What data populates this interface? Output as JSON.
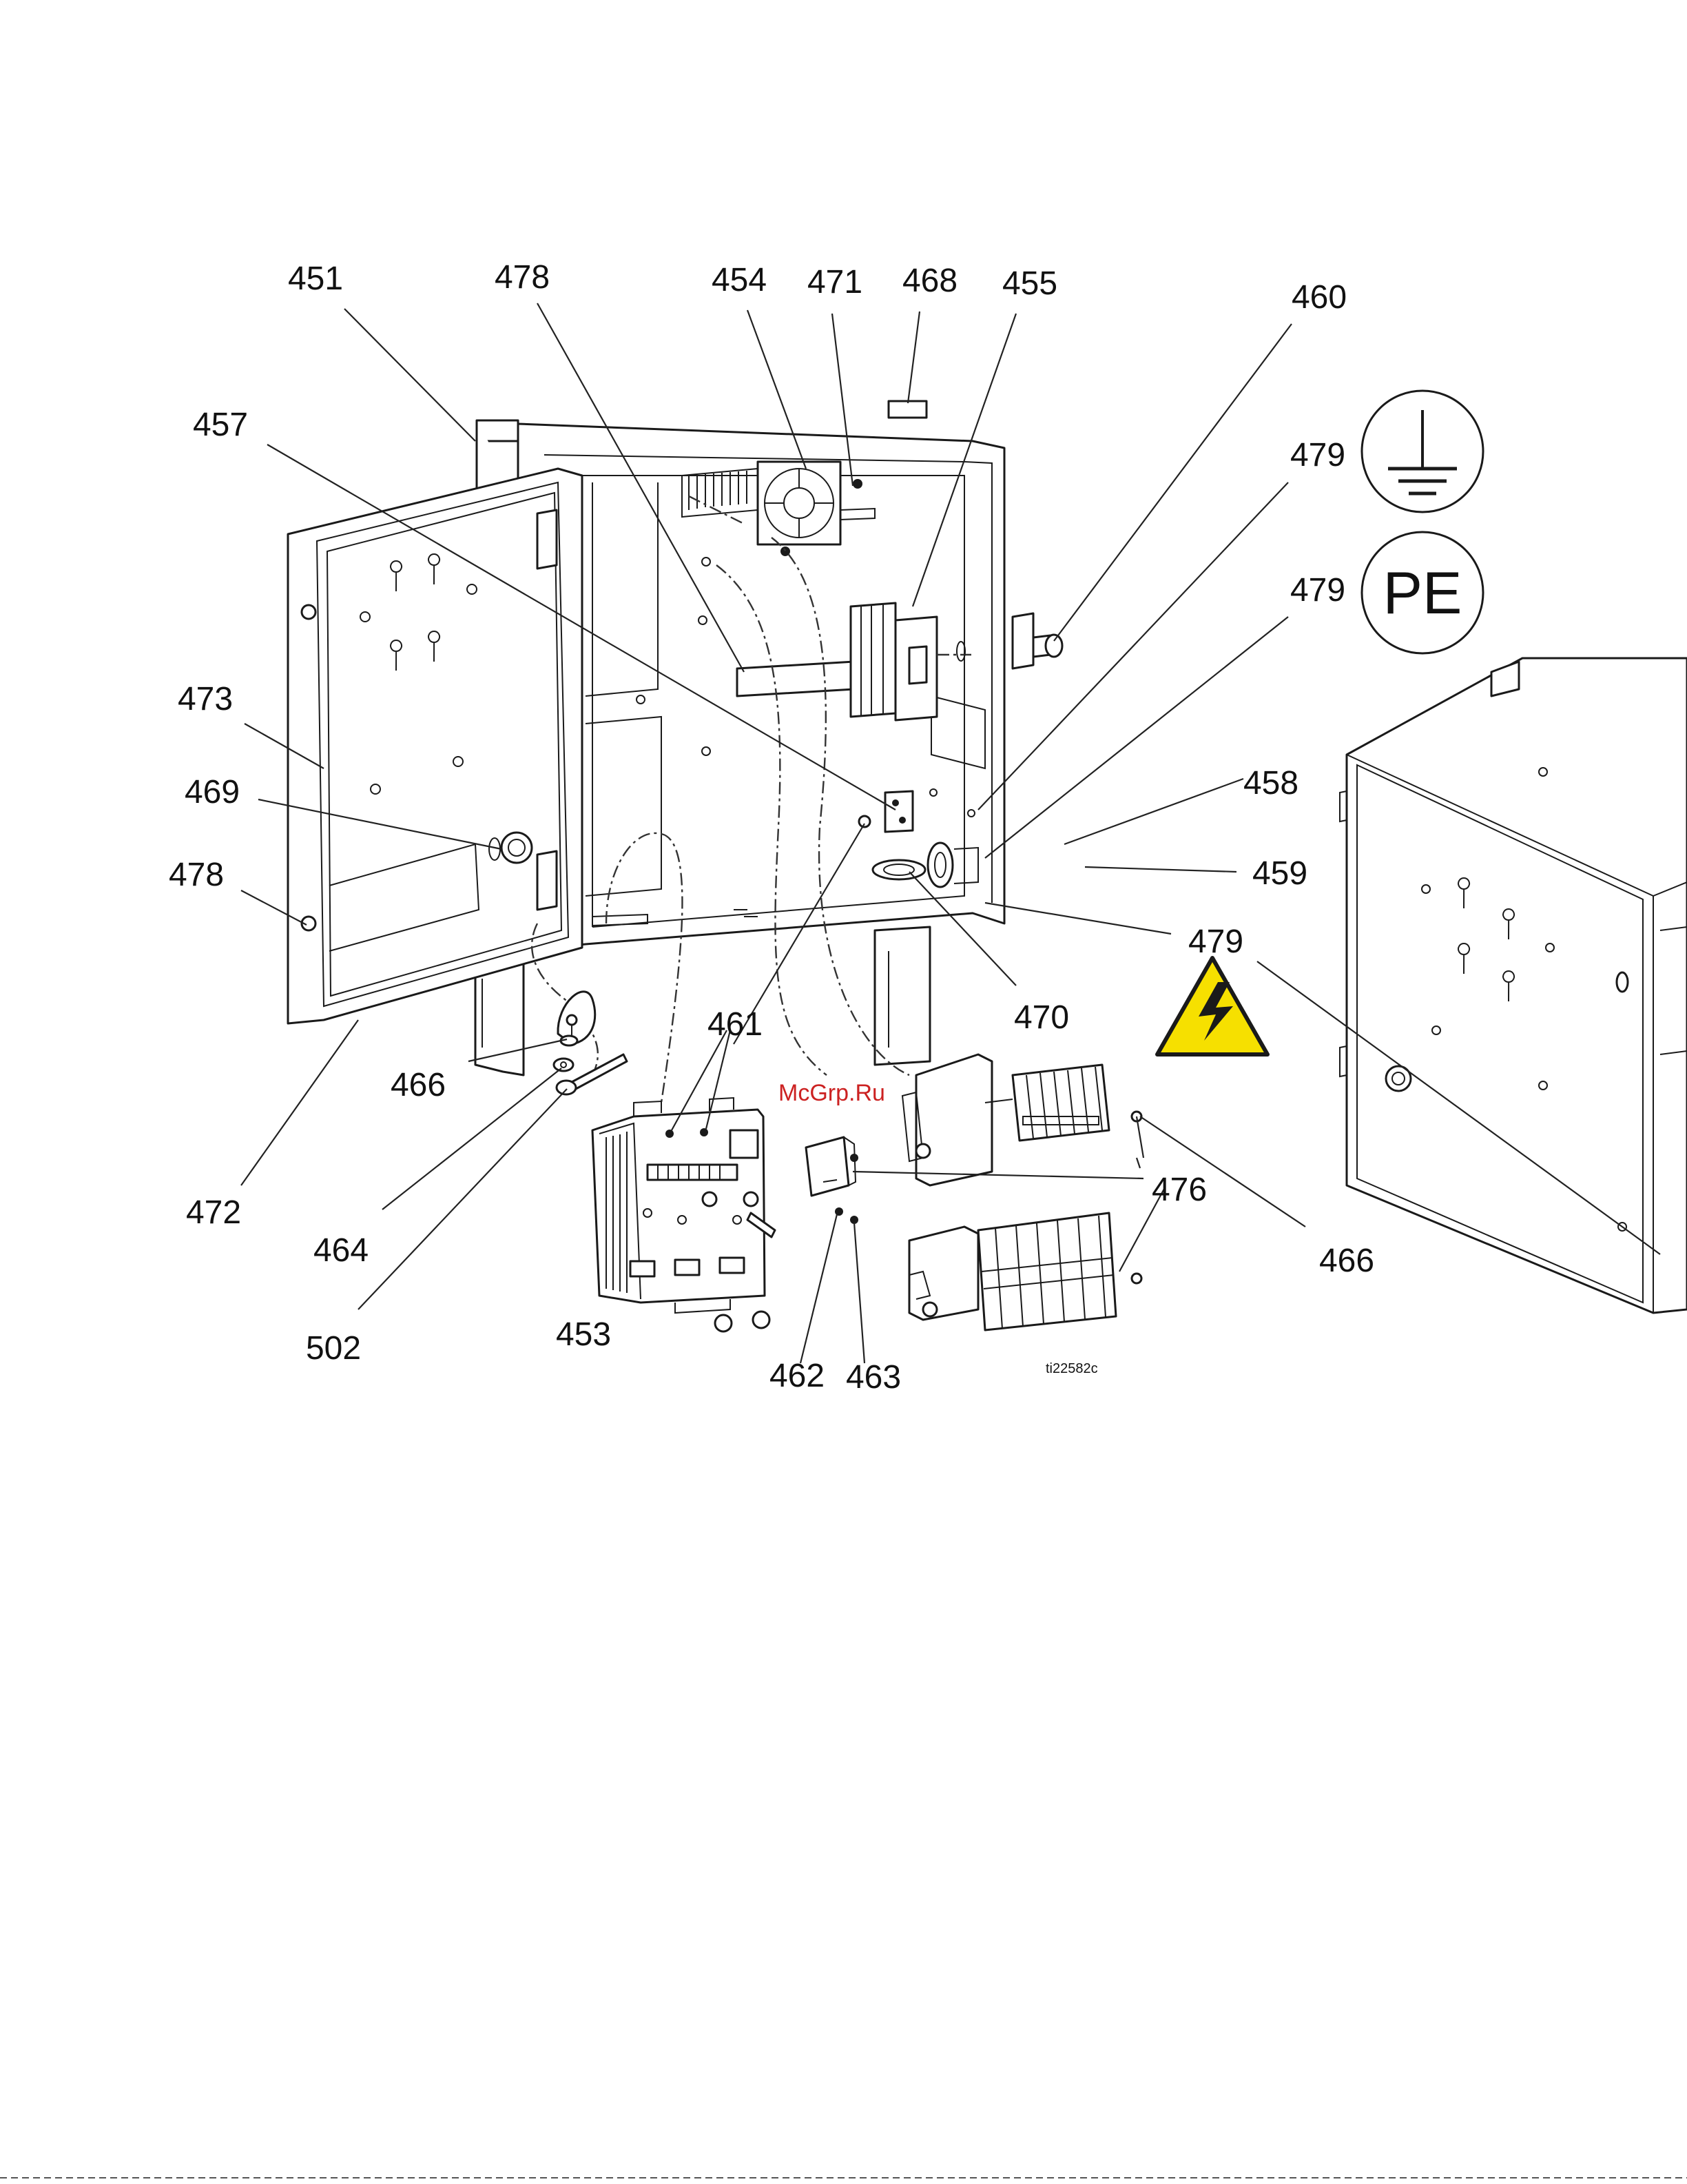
{
  "callouts": {
    "c451": "451",
    "c478a": "478",
    "c454": "454",
    "c471": "471",
    "c468": "468",
    "c455": "455",
    "c460": "460",
    "c457": "457",
    "c479a": "479",
    "c479b": "479",
    "c473": "473",
    "c469": "469",
    "c478b": "478",
    "c458": "458",
    "c459": "459",
    "c479c": "479",
    "c470": "470",
    "c461": "461",
    "c466a": "466",
    "c472": "472",
    "c476": "476",
    "c466b": "466",
    "c464": "464",
    "c453": "453",
    "c502": "502",
    "c462": "462",
    "c463": "463"
  },
  "symbols": {
    "pe_label": "PE"
  },
  "watermark": "McGrp.Ru",
  "figure_id": "ti22582c",
  "colors": {
    "warning_yellow": "#f6e000",
    "line": "#1a1a1a",
    "watermark": "#cc2222"
  }
}
